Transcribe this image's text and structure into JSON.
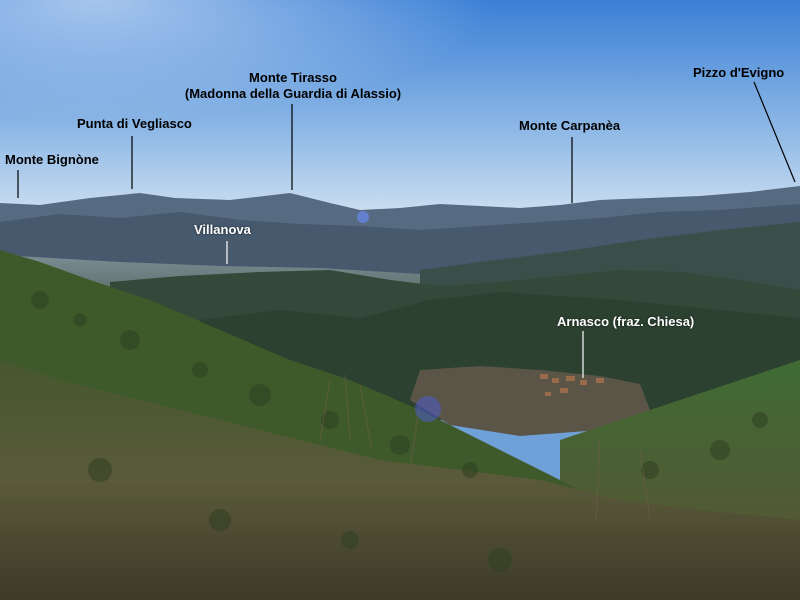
{
  "photo": {
    "subject": "mountain-panorama",
    "colors": {
      "sky_top": "#3f82d6",
      "sky_horizon": "#d9e8f5",
      "far_ridge": "#5a6f86",
      "mid_ridge": "#3d5566",
      "green_hills": "#2f4a2c",
      "foreground": "#4a5232"
    }
  },
  "labels": {
    "monte_bignone": "Monte Bignòne",
    "punta_vegliasco": "Punta di Vegliasco",
    "monte_tirasso_line1": "Monte Tirasso",
    "monte_tirasso_line2": "(Madonna della Guardia di Alassio)",
    "monte_carpanea": "Monte Carpanèa",
    "pizzo_evigno": "Pizzo d'Evigno",
    "villanova": "Villanova",
    "arnasco": "Arnasco (fraz. Chiesa)"
  }
}
